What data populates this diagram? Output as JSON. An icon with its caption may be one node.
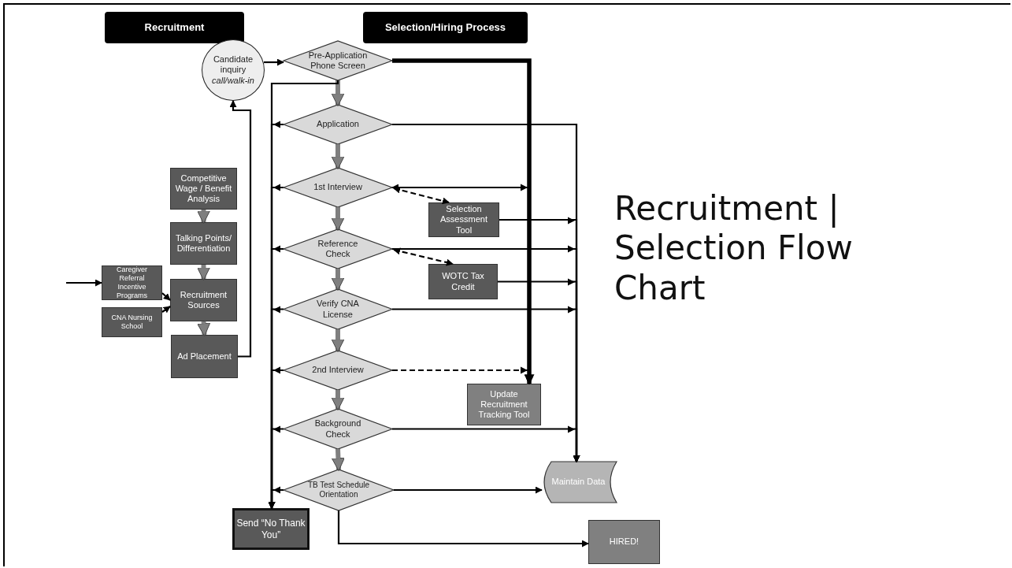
{
  "diagram": {
    "title": "Recruitment | Selection Flow Chart",
    "nodes": [
      {
        "text": [
          "Recruitment"
        ]
      },
      {
        "text": [
          "Selection/Hiring Process"
        ]
      },
      {
        "text": [
          "Candidate inquiry",
          "call/walk-in"
        ]
      },
      {
        "text": [
          "Pre-Application Phone Screen"
        ]
      },
      {
        "text": [
          "Application"
        ]
      },
      {
        "text": [
          "1st Interview"
        ]
      },
      {
        "text": [
          "Selection Assessment Tool"
        ]
      },
      {
        "text": [
          "Reference Check"
        ]
      },
      {
        "text": [
          "WOTC Tax Credit"
        ]
      },
      {
        "text": [
          "Verify CNA License"
        ]
      },
      {
        "text": [
          "2nd Interview"
        ]
      },
      {
        "text": [
          "Update Recruitment Tracking Tool"
        ]
      },
      {
        "text": [
          "Background Check"
        ]
      },
      {
        "text": [
          "TB Test Schedule Orientation"
        ]
      },
      {
        "text": [
          "Maintain Data"
        ]
      },
      {
        "text": [
          "HIRED!"
        ]
      },
      {
        "text": [
          "Send “No Thank You”"
        ]
      },
      {
        "text": [
          "Competitive Wage / Benefit Analysis"
        ]
      },
      {
        "text": [
          "Talking Points/ Differentiation"
        ]
      },
      {
        "text": [
          "Caregiver Referral Incentive Programs"
        ]
      },
      {
        "text": [
          "Recruitment Sources"
        ]
      },
      {
        "text": [
          "CNA Nursing School"
        ]
      },
      {
        "text": [
          "Ad Placement"
        ]
      }
    ],
    "edges": [
      {
        "from": 2,
        "to": 3,
        "arrow": "to"
      },
      {
        "from": 3,
        "to": 4,
        "arrow": "to",
        "style": "thick",
        "color": "#7f7f7f"
      },
      {
        "from": 4,
        "to": 5,
        "arrow": "to",
        "style": "thick",
        "color": "#7f7f7f"
      },
      {
        "from": 5,
        "to": 7,
        "arrow": "to",
        "style": "thick",
        "color": "#7f7f7f"
      },
      {
        "from": 7,
        "to": 9,
        "arrow": "to",
        "style": "thick",
        "color": "#7f7f7f"
      },
      {
        "from": 9,
        "to": 10,
        "arrow": "to",
        "style": "thick",
        "color": "#7f7f7f"
      },
      {
        "from": 10,
        "to": 12,
        "arrow": "to",
        "style": "thick",
        "color": "#7f7f7f"
      },
      {
        "from": 12,
        "to": 13,
        "arrow": "to",
        "style": "thick",
        "color": "#7f7f7f"
      },
      {
        "from": 3,
        "to": 11,
        "arrow": "to",
        "style": "thick"
      },
      {
        "from": 5,
        "to": 11,
        "arrow": "both"
      },
      {
        "from": 10,
        "to": 11,
        "arrow": "to",
        "style": "dashed"
      },
      {
        "from": 5,
        "to": 6,
        "arrow": "both",
        "style": "dashed"
      },
      {
        "from": 7,
        "to": 8,
        "arrow": "both",
        "style": "dashed"
      },
      {
        "from": 4,
        "to": 14,
        "arrow": "to"
      },
      {
        "from": 6,
        "to": 14,
        "arrow": "to"
      },
      {
        "from": 7,
        "to": 14,
        "arrow": "to"
      },
      {
        "from": 8,
        "to": 14,
        "arrow": "to"
      },
      {
        "from": 9,
        "to": 14,
        "arrow": "to"
      },
      {
        "from": 12,
        "to": 14,
        "arrow": "to"
      },
      {
        "from": 13,
        "to": 14,
        "arrow": "to"
      },
      {
        "from": 13,
        "to": 15,
        "arrow": "to"
      },
      {
        "from": 3,
        "to": 16,
        "arrow": "none"
      },
      {
        "from": 4,
        "to": 16,
        "arrow": "to"
      },
      {
        "from": 5,
        "to": 16,
        "arrow": "to"
      },
      {
        "from": 7,
        "to": 16,
        "arrow": "to"
      },
      {
        "from": 9,
        "to": 16,
        "arrow": "to"
      },
      {
        "from": 10,
        "to": 16,
        "arrow": "to"
      },
      {
        "from": 12,
        "to": 16,
        "arrow": "to"
      },
      {
        "from": 13,
        "to": 16,
        "arrow": "to"
      },
      {
        "from": 17,
        "to": 18,
        "arrow": "to",
        "style": "thick",
        "color": "#7f7f7f"
      },
      {
        "from": 18,
        "to": 20,
        "arrow": "to",
        "style": "thick",
        "color": "#7f7f7f"
      },
      {
        "from": null,
        "to": 19,
        "arrow": "to"
      },
      {
        "from": 19,
        "to": 20,
        "arrow": "to"
      },
      {
        "from": 21,
        "to": 20,
        "arrow": "to"
      },
      {
        "from": 20,
        "to": 22,
        "arrow": "to",
        "style": "thick",
        "color": "#7f7f7f"
      },
      {
        "from": 22,
        "to": 2,
        "arrow": "to"
      }
    ]
  }
}
